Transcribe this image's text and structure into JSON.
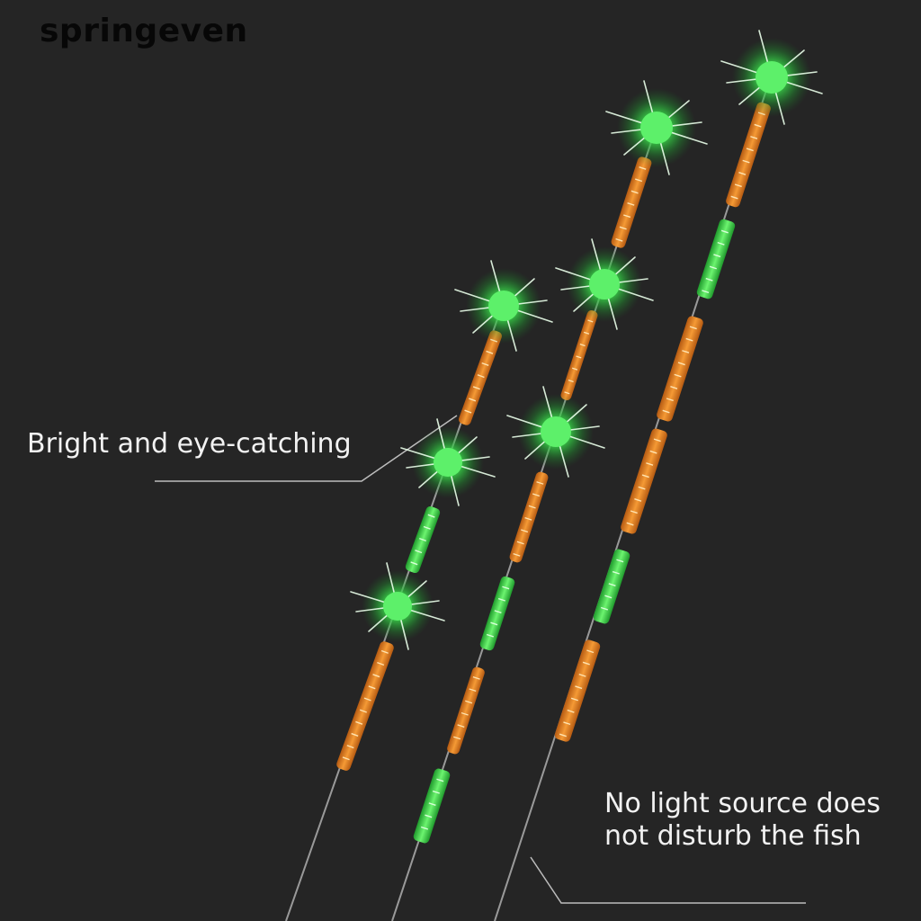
{
  "watermark": "springeven",
  "callouts": {
    "bright": "Bright and eye-catching",
    "no_light": "No light source does not disturb the fish"
  },
  "colors": {
    "background": "#252525",
    "glow_green": "#3fe04f",
    "segment_orange": "#f08a26",
    "line_gray": "#9a9a9a",
    "text": "#f2f2f2"
  }
}
